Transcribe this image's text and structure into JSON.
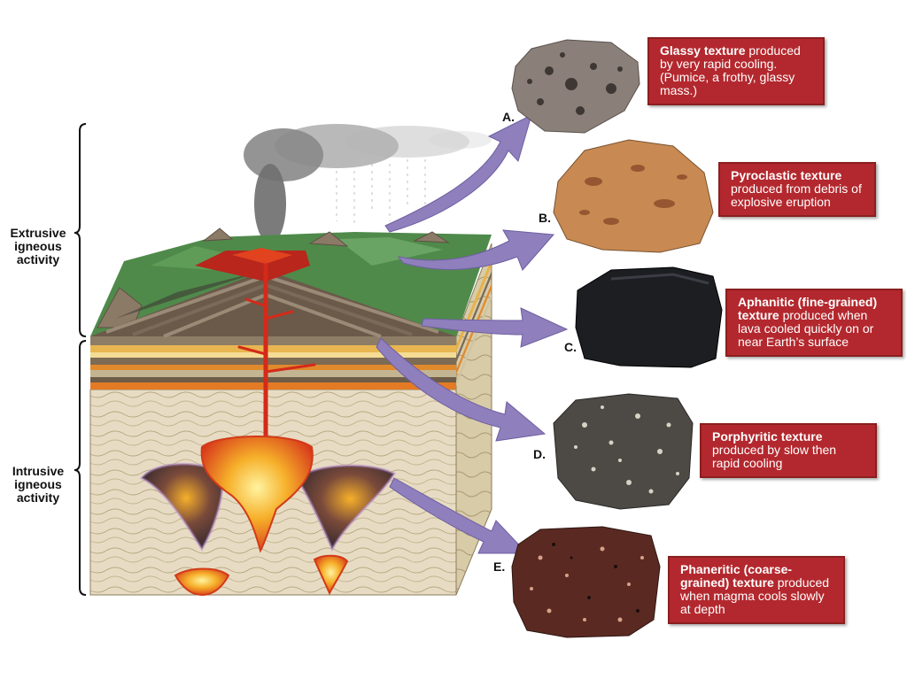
{
  "brackets": {
    "extrusive": "Extrusive igneous activity",
    "intrusive": "Intrusive igneous activity"
  },
  "rocks": [
    {
      "letter": "A.",
      "title": "Glassy texture",
      "text": " produced by very rapid cooling. (Pumice, a frothy, glassy mass.)",
      "color": "#8a8079"
    },
    {
      "letter": "B.",
      "title": "Pyroclastic texture",
      "text": " produced from debris of explosive eruption",
      "color": "#c88a52"
    },
    {
      "letter": "C.",
      "title": "Aphanitic (fine-grained) texture",
      "text": " produced when lava cooled quickly on or near Earth’s surface",
      "color": "#1c1e22"
    },
    {
      "letter": "D.",
      "title": "Porphyritic texture",
      "text": " produced by slow then rapid cooling",
      "color": "#4d4a46"
    },
    {
      "letter": "E.",
      "title": "Phaneritic (coarse-grained) texture",
      "text": " produced when magma cools slowly at depth",
      "color": "#5a2a22"
    }
  ],
  "colors": {
    "callout_bg": "#b3282e",
    "arrow": "#8f7fbd",
    "magma": "#f0a020",
    "land": "#4f8a4a"
  }
}
